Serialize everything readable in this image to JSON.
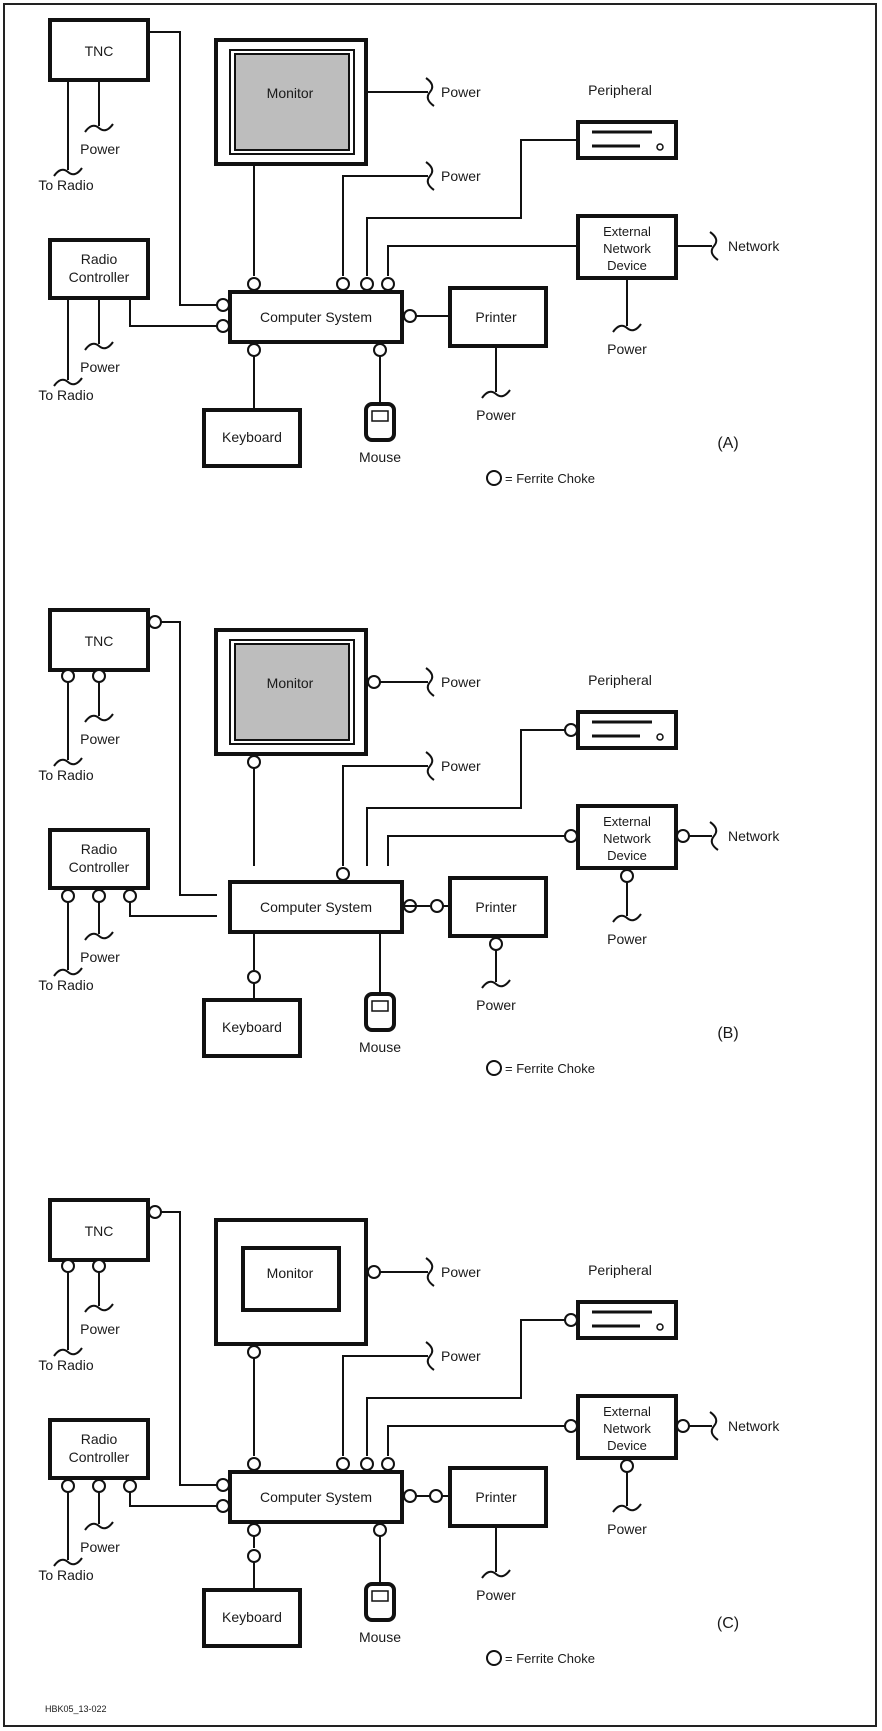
{
  "colors": {
    "line": "#111111",
    "screen": "#bdbdbd",
    "background": "#ffffff"
  },
  "labels": {
    "tnc": "TNC",
    "monitor": "Monitor",
    "peripheral": "Peripheral",
    "power": "Power",
    "network": "Network",
    "to_radio": "To Radio",
    "radio_controller_1": "Radio",
    "radio_controller_2": "Controller",
    "computer_system": "Computer System",
    "printer": "Printer",
    "ext_network_1": "External",
    "ext_network_2": "Network",
    "ext_network_3": "Device",
    "keyboard": "Keyboard",
    "mouse": "Mouse",
    "legend": "= Ferrite Choke"
  },
  "panels": [
    {
      "id": "A",
      "label": "(A)"
    },
    {
      "id": "B",
      "label": "(B)"
    },
    {
      "id": "C",
      "label": "(C)"
    }
  ],
  "figure_id": "HBK05_13-022"
}
